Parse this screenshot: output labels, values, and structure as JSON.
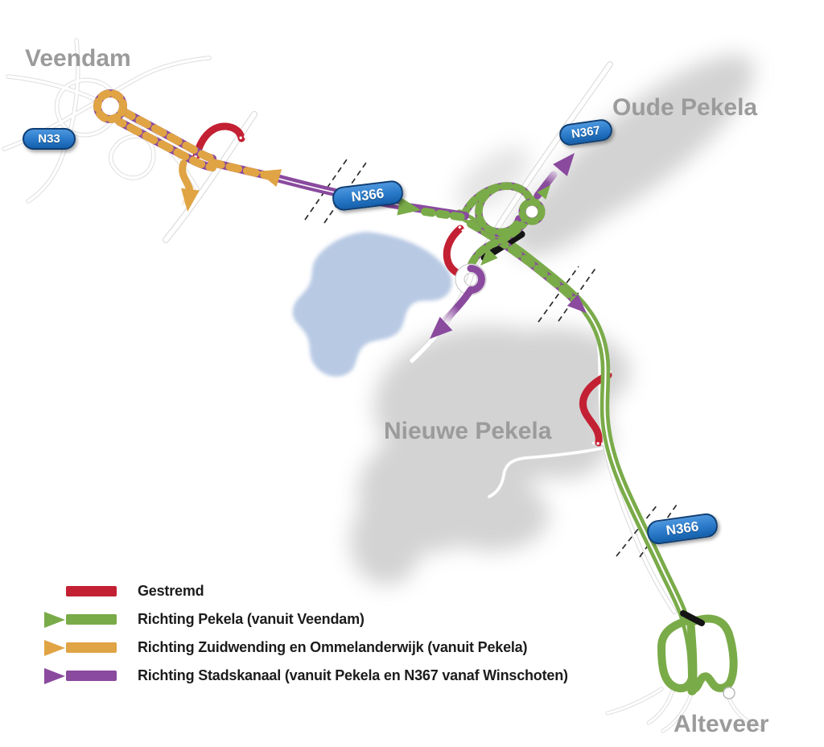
{
  "places": {
    "veendam": "Veendam",
    "oude_pekela": "Oude Pekela",
    "nieuwe_pekela": "Nieuwe Pekela",
    "alteveer": "Alteveer"
  },
  "badges": {
    "n33": "N33",
    "n366_west": "N366",
    "n367": "N367",
    "n366_south": "N366"
  },
  "legend": {
    "items": [
      {
        "label": "Gestremd",
        "color": "#c32033",
        "arrow": false
      },
      {
        "label": "Richting Pekela (vanuit Veendam)",
        "color": "#7aab49",
        "arrow": true
      },
      {
        "label": "Richting Zuidwending en Ommelanderwijk  (vanuit Pekela)",
        "color": "#e0a444",
        "arrow": true
      },
      {
        "label": "Richting Stadskanaal (vanuit Pekela en N367 vanaf Winschoten)",
        "color": "#8a4a9e",
        "arrow": true
      }
    ]
  },
  "colors": {
    "closed_red": "#c32033",
    "route_green": "#7aab49",
    "route_orange": "#e0a444",
    "route_purple": "#8a4a9e",
    "badge_blue": "#1e6fbe",
    "lake_blue": "#b8c9e4",
    "urban_gray": "#969696",
    "place_label_gray": "#9b9b9b"
  }
}
